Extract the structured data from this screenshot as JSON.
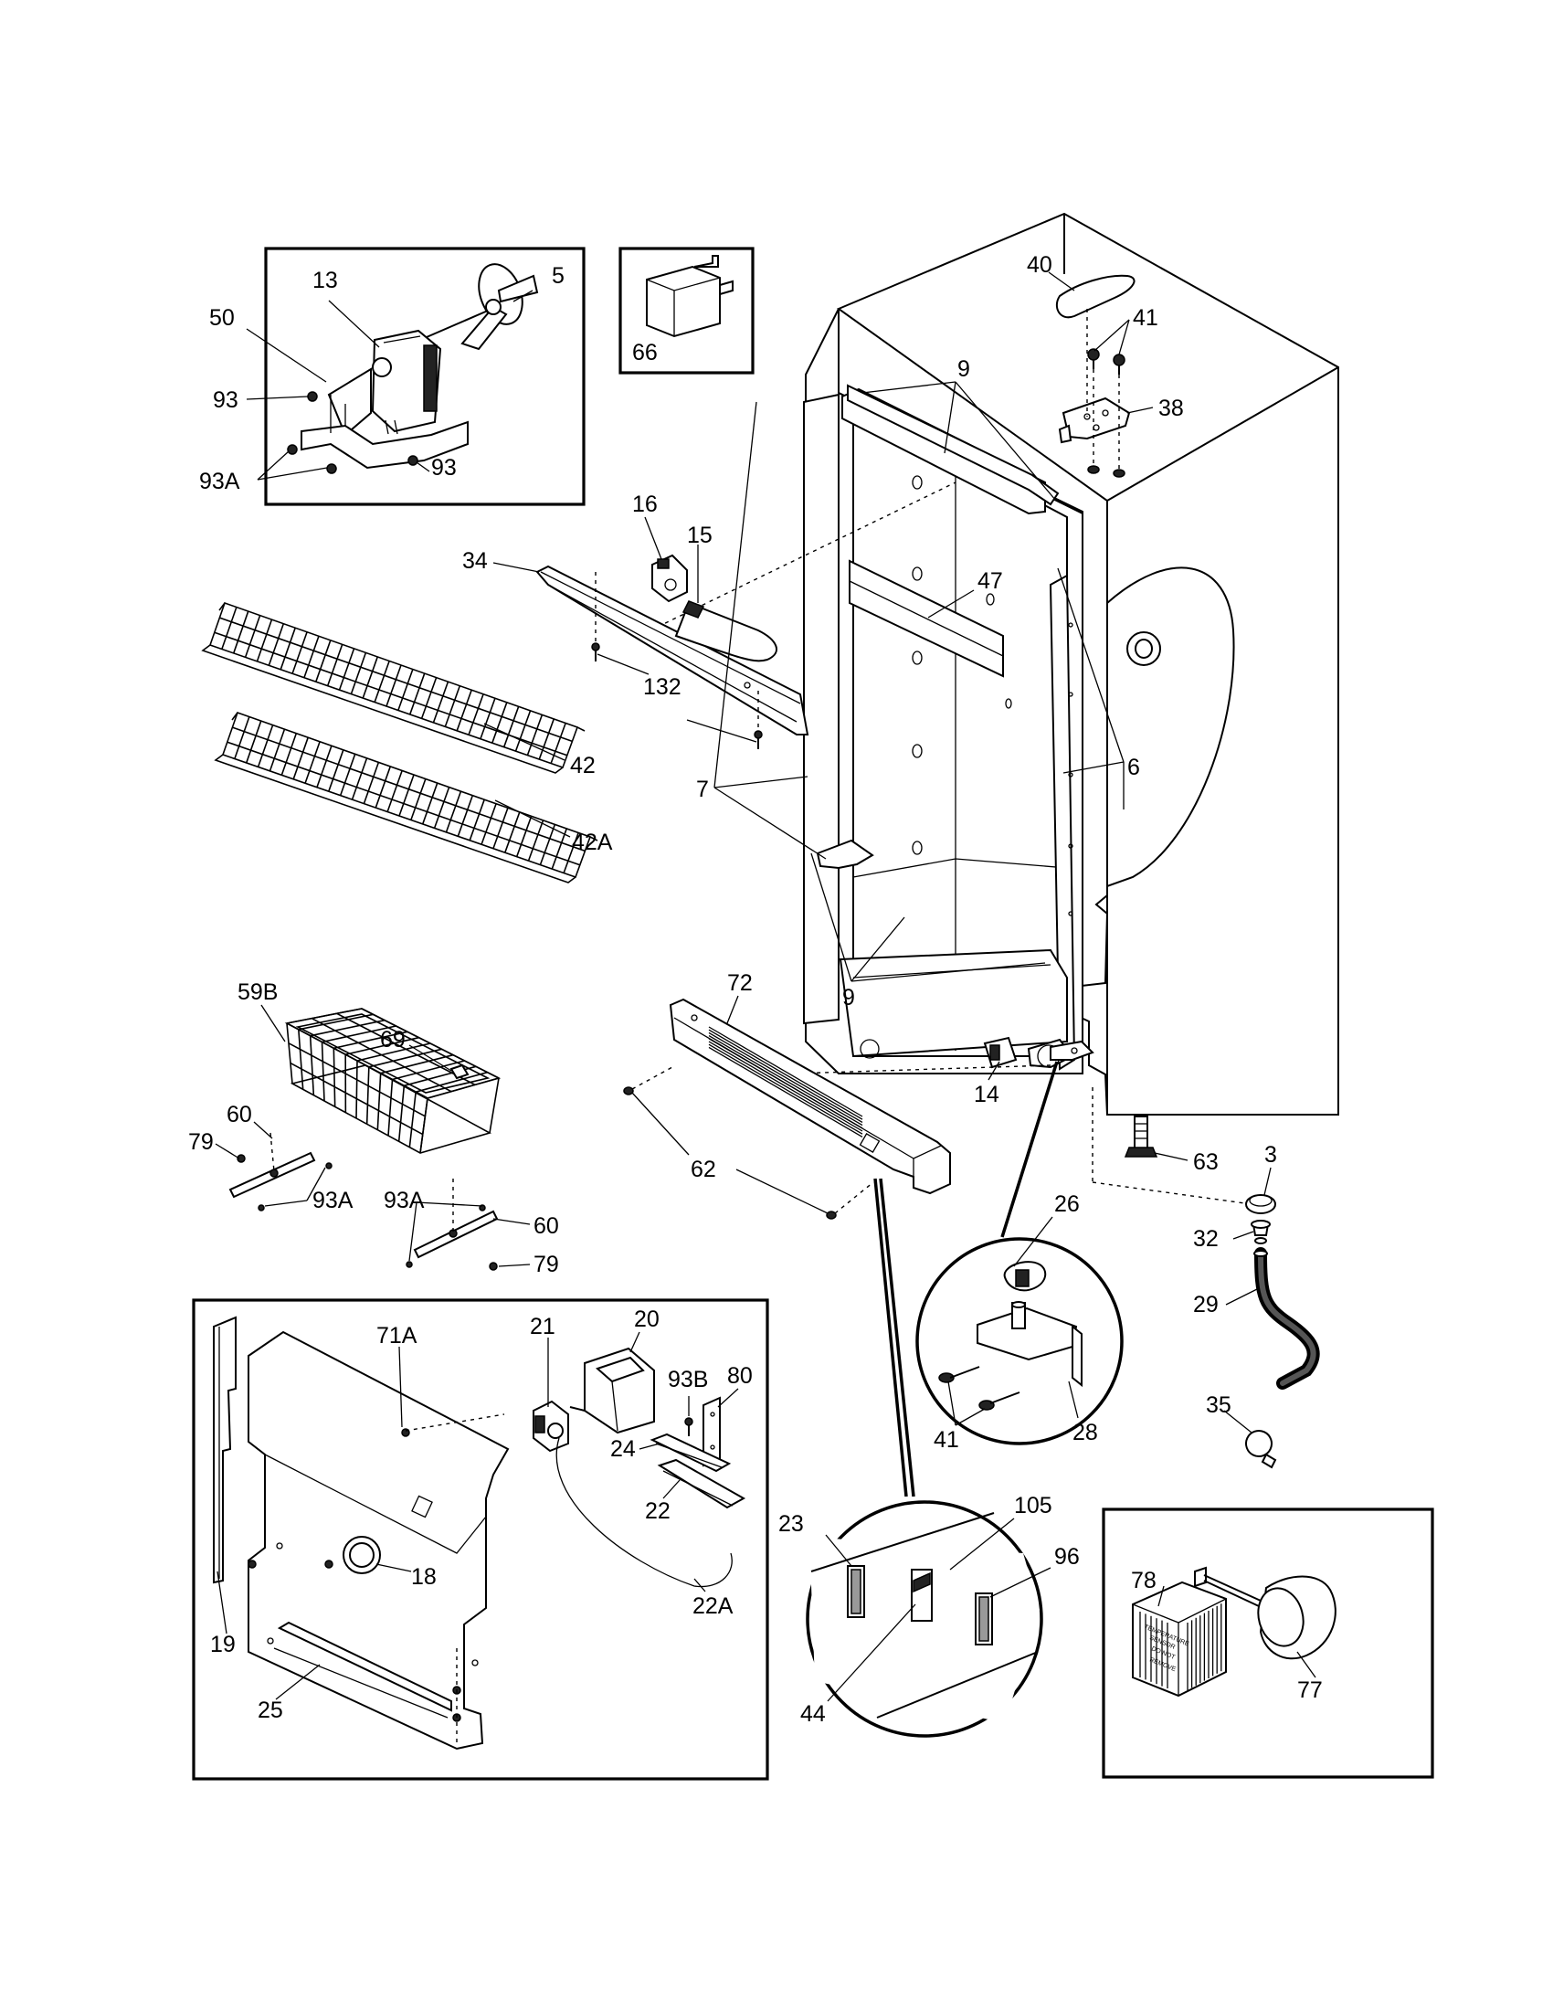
{
  "labels": {
    "l5": "5",
    "l13": "13",
    "l50": "50",
    "l93_a": "93",
    "l93_b": "93",
    "l93A_1": "93A",
    "l66": "66",
    "l40": "40",
    "l41_top": "41",
    "l38": "38",
    "l9_top": "9",
    "l47": "47",
    "l16": "16",
    "l15": "15",
    "l34": "34",
    "l132": "132",
    "l42": "42",
    "l42A": "42A",
    "l7": "7",
    "l6": "6",
    "l9_bot": "9",
    "l72": "72",
    "l59B": "59B",
    "l69": "69",
    "l60_a": "60",
    "l79_a": "79",
    "l93A_2": "93A",
    "l93A_3": "93A",
    "l60_b": "60",
    "l79_b": "79",
    "l14": "14",
    "l62": "62",
    "l63": "63",
    "l3": "3",
    "l26": "26",
    "l32": "32",
    "l29": "29",
    "l35": "35",
    "l41_bot": "41",
    "l28": "28",
    "l71A": "71A",
    "l21": "21",
    "l20": "20",
    "l93B": "93B",
    "l80": "80",
    "l24": "24",
    "l22": "22",
    "l18": "18",
    "l22A": "22A",
    "l19": "19",
    "l25": "25",
    "l23": "23",
    "l105": "105",
    "l96": "96",
    "l44": "44",
    "l78": "78",
    "l77": "77"
  },
  "sensor_label_text": [
    "TEMPERATURE",
    "SENSOR",
    "DO NOT",
    "REMOVE"
  ]
}
